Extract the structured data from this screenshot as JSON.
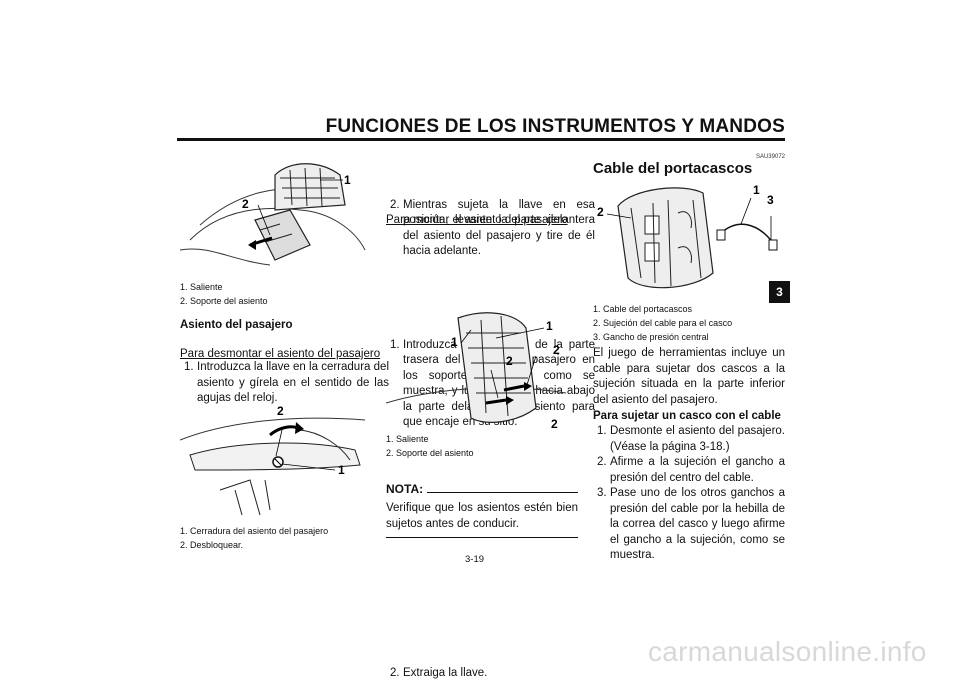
{
  "header": {
    "title": "FUNCIONES DE LOS INSTRUMENTOS Y MANDOS",
    "section_tab": "3"
  },
  "col1": {
    "fig1": {
      "callout_1": "1",
      "callout_2": "2",
      "captions": [
        "1. Saliente",
        "2. Soporte del asiento"
      ]
    },
    "heading": "Asiento del pasajero",
    "subheading": "Para desmontar el asiento del pasajero",
    "step1_num": "1.",
    "step1_text": "Introduzca la llave en la cerradura del asiento y gírela en el sentido de las agujas del reloj.",
    "fig2": {
      "callout_1": "1",
      "callout_2": "2",
      "captions": [
        "1. Cerradura del asiento del pasajero",
        "2. Desbloquear."
      ]
    }
  },
  "col2": {
    "step2_num": "2.",
    "step2_text": "Mientras sujeta la llave en esa posición, levante la parte delantera del asiento del pasajero y tire de él hacia adelante.",
    "subheading": "Para montar el asiento del pasajero",
    "step1_num": "1.",
    "step1_text": "Introduzca los salientes de la parte trasera del asiento del pasajero en los soportes de este, como se muestra, y luego empuje hacia abajo la parte delantera del asiento para que encaje en su sitio.",
    "fig3": {
      "callout_1": "1",
      "callout_2": "2",
      "captions": [
        "1. Saliente",
        "2. Soporte del asiento"
      ]
    },
    "step2b_num": "2.",
    "step2b_text": "Extraiga la llave.",
    "nota_label": "NOTA:",
    "nota_text": "Verifique que los asientos estén bien sujetos antes de conducir."
  },
  "col3": {
    "code": "SAU39072",
    "heading": "Cable del portacascos",
    "fig4": {
      "callout_1": "1",
      "callout_2": "2",
      "callout_3": "3",
      "captions": [
        "1. Cable del portacascos",
        "2. Sujeción del cable para el casco",
        "3. Gancho de presión central"
      ]
    },
    "paragraph": "El juego de herramientas incluye un cable para sujetar dos cascos a la sujeción situada en la parte inferior del asiento del pasajero.",
    "subheading": "Para sujetar un casco con el cable",
    "steps": [
      {
        "num": "1.",
        "text": "Desmonte el asiento del pasajero. (Véase la página 3-18.)"
      },
      {
        "num": "2.",
        "text": "Afirme a la sujeción el gancho a presión del centro del cable."
      },
      {
        "num": "3.",
        "text": "Pase uno de los otros ganchos a presión del cable por la hebilla de la correa del casco y luego afirme el gancho a la sujeción, como se muestra."
      }
    ]
  },
  "footer": {
    "page_number": "3-19",
    "watermark": "carmanualsonline.info"
  }
}
